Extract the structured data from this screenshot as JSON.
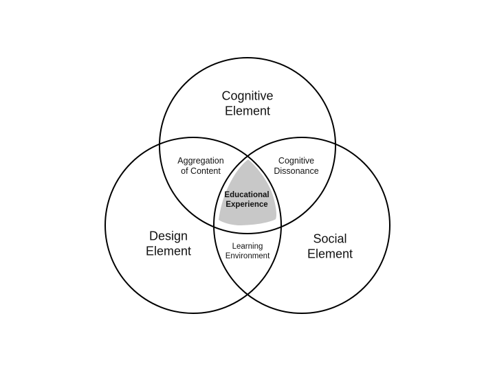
{
  "diagram": {
    "type": "venn",
    "sets": [
      {
        "id": "cognitive",
        "label_line1": "Cognitive",
        "label_line2": "Element"
      },
      {
        "id": "design",
        "label_line1": "Design",
        "label_line2": "Element"
      },
      {
        "id": "social",
        "label_line1": "Social",
        "label_line2": "Element"
      }
    ],
    "intersections": {
      "cognitive_design": {
        "line1": "Aggregation",
        "line2": "of Content"
      },
      "cognitive_social": {
        "line1": "Cognitive",
        "line2": "Dissonance"
      },
      "design_social": {
        "line1": "Learning",
        "line2": "Environment"
      },
      "all": {
        "line1": "Educational",
        "line2": "Experience"
      }
    },
    "colors": {
      "stroke": "#000000",
      "center_fill": "#c8c8c8",
      "background": "#ffffff"
    }
  }
}
